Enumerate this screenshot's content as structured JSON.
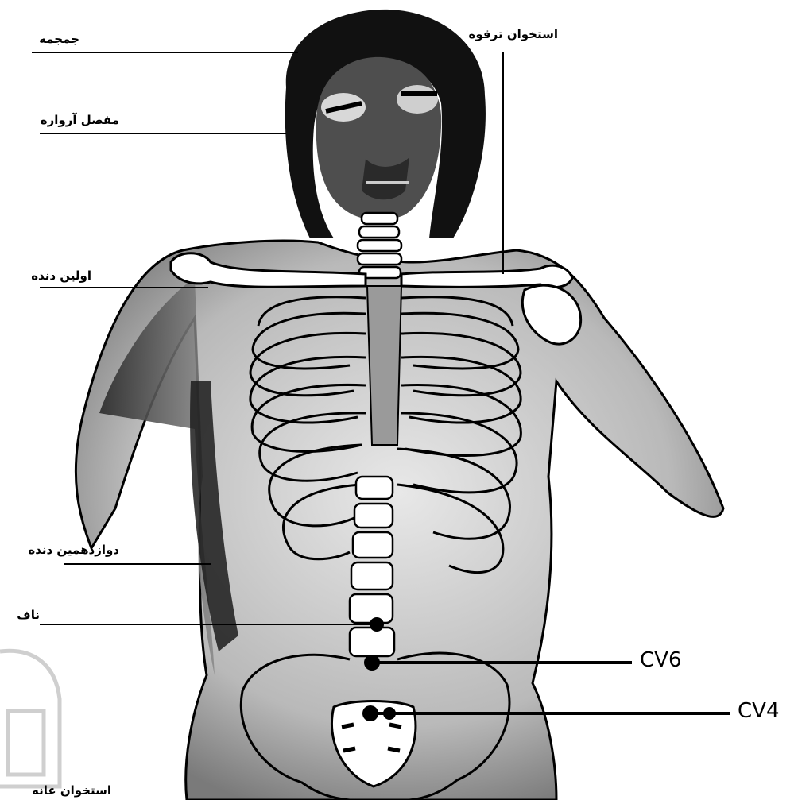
{
  "labels": {
    "skull": "جمجمه",
    "jaw_joint": "مفصل آرواره",
    "clavicle": "استخوان ترقوه",
    "first_rib": "اولین دنده",
    "twelfth_rib": "دوازدهمین دنده",
    "navel": "ناف",
    "cv6": "CV6",
    "cv4": "CV4",
    "pubic_bone": "استخوان عانه"
  },
  "colors": {
    "ink": "#000000",
    "skin_shade": "#6f6f6f",
    "background": "#ffffff"
  }
}
